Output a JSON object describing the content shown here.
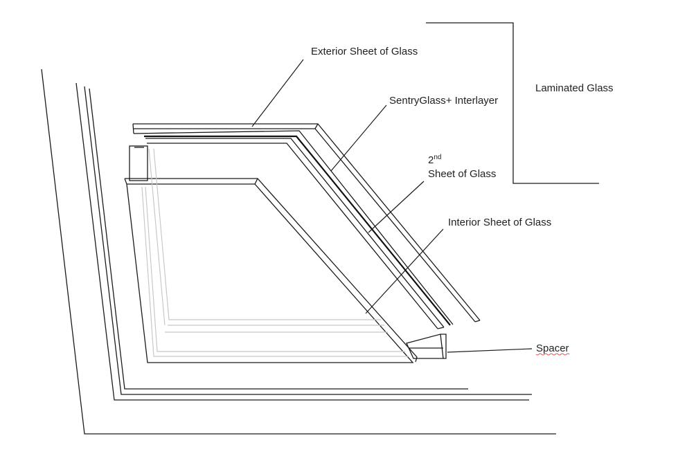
{
  "labels": {
    "exterior": "Exterior Sheet of Glass",
    "interlayer": "SentryGlass+ Interlayer",
    "second_num": "2",
    "second_sup": "nd",
    "second_text": "Sheet of Glass",
    "interior": "Interior Sheet of Glass",
    "laminated": "Laminated Glass",
    "spacer": "Spacer"
  },
  "colors": {
    "line": "#1a1a1a",
    "light_line": "#c8c8c8",
    "text": "#222222",
    "spellcheck": "#d9534f"
  }
}
